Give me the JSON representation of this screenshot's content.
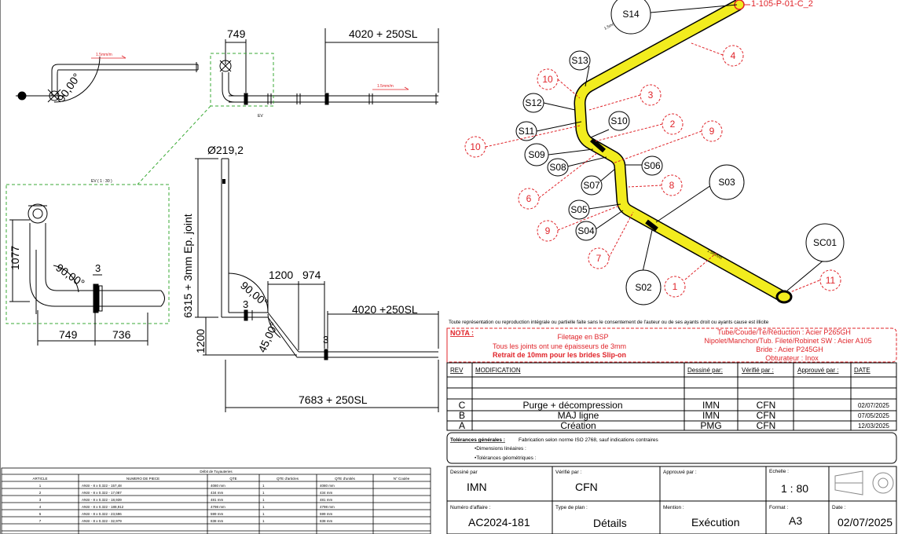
{
  "left": {
    "dim_749_top": "749",
    "dim_4020_top": "4020 + 250SL",
    "angle_90_top": "90,00°",
    "slope_1": "1.5mm/m",
    "slope_2": "1.5mm/m",
    "detail_tag": "EV",
    "detail_title": "EV ( 1 : 30 )",
    "dim_1077": "1077",
    "angle_90_detail": "90,00°",
    "dim_3_detail": "3",
    "dim_749_detail": "749",
    "dim_736_detail": "736",
    "diameter": "Ø219,2",
    "vertical_dim": "6315 + 3mm Ep. joint",
    "dim_1200_h": "1200",
    "dim_974": "974",
    "angle_90_mid": "90,00°",
    "dim_3_mid": "3",
    "angle_45": "45,00°",
    "dim_1200_v": "1200",
    "dim_4020_mid": "4020 +250SL",
    "dim_3_right": "3",
    "dim_7683": "7683 + 250SL"
  },
  "iso": {
    "top_tag": "1-105-P-01-C_2",
    "slope_a": "1.5mm/m",
    "slope_b": "1.5mm/m",
    "black_bubbles": [
      "S14",
      "S13",
      "S12",
      "S11",
      "S10",
      "S09",
      "S08",
      "S07",
      "S06",
      "S05",
      "S04",
      "S03",
      "S02",
      "SC01"
    ],
    "red_bubbles": [
      "4",
      "10",
      "3",
      "2",
      "9",
      "10",
      "6",
      "8",
      "9",
      "7",
      "1",
      "11"
    ]
  },
  "copyright": "Toute représentation ou reproduction intégrale ou partielle faite sans le consentement de l'auteur ou de ses ayants droit ou ayants cause est illicite",
  "nota": {
    "label": "NOTA :",
    "line1": "Filetage en BSP",
    "line2": "Tous les joints ont une épaisseurs de 3mm",
    "line3": "Retrait de 10mm pour les brides Slip-on",
    "mat1": "Tube/Coude/Té/Réduction : Acier P265GH",
    "mat2": "Nipolet/Manchon/Tub. Fileté/Robinet SW : Acier A105",
    "mat3": "Bride : Acier P245GH",
    "mat4": "Obturateur : Inox"
  },
  "revisions": {
    "headers": [
      "REV",
      "MODIFICATION",
      "Dessiné par:",
      "Vérifié par :",
      "Approuvé par :",
      "DATE"
    ],
    "rows": [
      [
        "C",
        "Purge + décompression",
        "IMN",
        "CFN",
        "",
        "02/07/2025"
      ],
      [
        "B",
        "MAJ ligne",
        "IMN",
        "CFN",
        "",
        "07/05/2025"
      ],
      [
        "A",
        "Création",
        "PMG",
        "CFN",
        "",
        "12/03/2025"
      ]
    ]
  },
  "tolerances": {
    "label": "Tolérances générales :",
    "text": "Fabrication selon norme ISO 2768, sauf indications contraires",
    "lin": "•Dimensions linéaires :",
    "geo": "•Tolérances géométriques :"
  },
  "titleblock": {
    "drawn_label": "Dessiné par",
    "drawn_value": "IMN",
    "checked_label": "Vérifié par :",
    "checked_value": "CFN",
    "approved_label": "Approuvé par :",
    "scale_label": "Echelle :",
    "scale_value": "1 : 80",
    "affaire_label": "Numéro d'affaire :",
    "affaire_value": "AC2024-181",
    "plan_label": "Type de plan :",
    "plan_value": "Détails",
    "mention_label": "Mention :",
    "mention_value": "Exécution",
    "format_label": "Format :",
    "format_value": "A3",
    "date_label": "Date :",
    "date_value": "02/07/2025"
  },
  "debit": {
    "title": "Débit de Tuyauteries",
    "headers": [
      "ARTICLE",
      "NUMERO DE PIECE",
      "QTE",
      "QTE d'articles",
      "QTE d'unités",
      "N° Coulée"
    ],
    "rows": [
      [
        "1",
        "ANSI - 8 x 0.322 - 157,48",
        "4080 mm",
        "1",
        "4080 mm",
        ""
      ],
      [
        "2",
        "ANSI - 8 x 0.322 - 17,087",
        "434 mm",
        "1",
        "434 mm",
        ""
      ],
      [
        "3",
        "ANSI - 8 x 0.322 - 18,939",
        "481 mm",
        "1",
        "481 mm",
        ""
      ],
      [
        "4",
        "ANSI - 8 x 0.322 - 188,912",
        "4798 mm",
        "1",
        "4798 mm",
        ""
      ],
      [
        "6",
        "ANSI - 8 x 0.322 - 23,596",
        "599 mm",
        "1",
        "599 mm",
        ""
      ],
      [
        "7",
        "ANSI - 8 x 0.322 - 32,979",
        "838 mm",
        "1",
        "838 mm",
        ""
      ]
    ]
  },
  "colors": {
    "pipe": "#f2ec1e",
    "red": "#e0242a",
    "green": "#3aaa35"
  }
}
